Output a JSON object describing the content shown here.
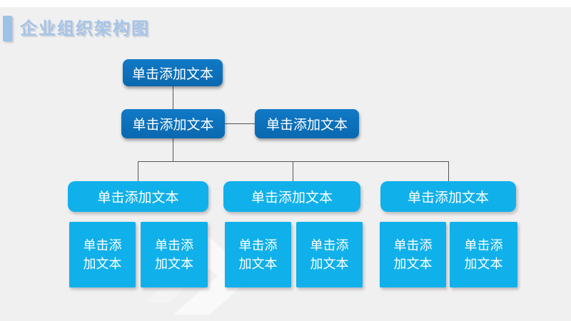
{
  "slide": {
    "title": "企业组织架构图",
    "background_color": "#f0f0f1",
    "top_band_color": "#ffffff",
    "title_color": "#a6c4e8",
    "title_marker_color": "#9cc2e6"
  },
  "colors": {
    "box_dark_blue": "#0c70ba",
    "box_cyan": "#10b0ea",
    "connector": "#555555",
    "chevron_watermark": "rgba(255,255,255,0.6)"
  },
  "org_chart": {
    "placeholder_text": "单击添加文本",
    "level1": [
      {
        "label": "单击添加文本"
      }
    ],
    "level2": [
      {
        "label": "单击添加文本"
      },
      {
        "label": "单击添加文本"
      }
    ],
    "level3": [
      {
        "label": "单击添加文本"
      },
      {
        "label": "单击添加文本"
      },
      {
        "label": "单击添加文本"
      }
    ],
    "level4": [
      {
        "label": "单击添加文本"
      },
      {
        "label": "单击添加文本"
      },
      {
        "label": "单击添加文本"
      },
      {
        "label": "单击添加文本"
      },
      {
        "label": "单击添加文本"
      },
      {
        "label": "单击添加文本"
      }
    ]
  }
}
